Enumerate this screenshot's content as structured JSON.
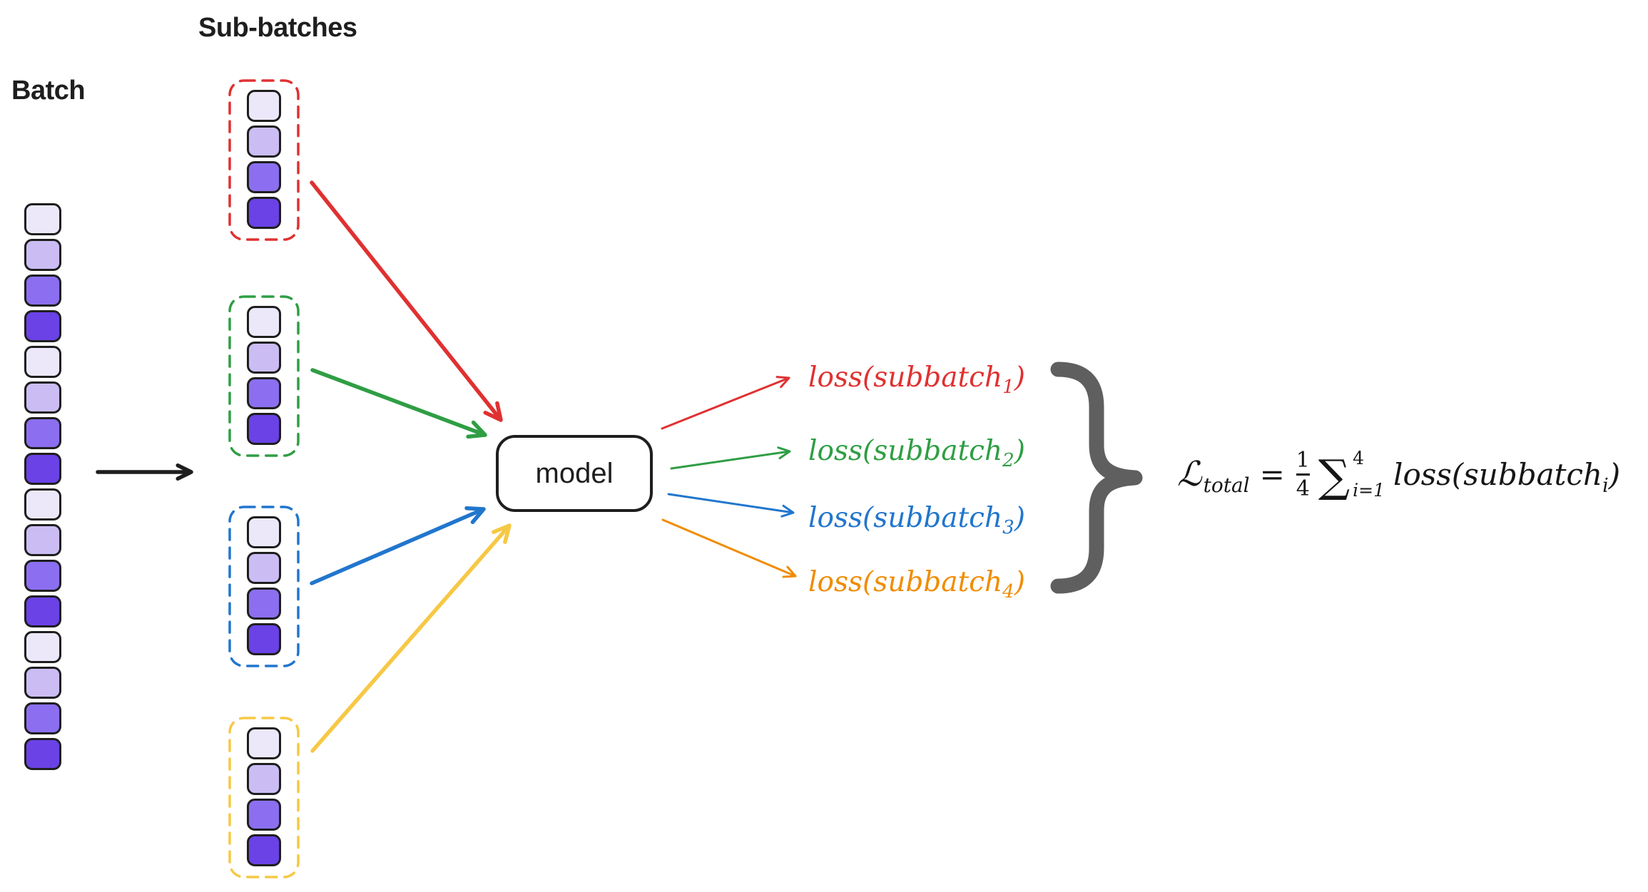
{
  "batch": {
    "label": "Batch",
    "square_count": 16
  },
  "subbatches": {
    "label": "Sub-batches",
    "groups": [
      {
        "name": "subbatch-1",
        "color_key": "red",
        "square_count": 4
      },
      {
        "name": "subbatch-2",
        "color_key": "green",
        "square_count": 4
      },
      {
        "name": "subbatch-3",
        "color_key": "blue",
        "square_count": 4
      },
      {
        "name": "subbatch-4",
        "color_key": "yellow",
        "square_count": 4
      }
    ]
  },
  "model": {
    "label": "model"
  },
  "losses": [
    {
      "prefix": "loss(subbatch",
      "index": "1",
      "suffix": ")",
      "color_key": "red"
    },
    {
      "prefix": "loss(subbatch",
      "index": "2",
      "suffix": ")",
      "color_key": "green"
    },
    {
      "prefix": "loss(subbatch",
      "index": "3",
      "suffix": ")",
      "color_key": "blue"
    },
    {
      "prefix": "loss(subbatch",
      "index": "4",
      "suffix": ")",
      "color_key": "orange"
    }
  ],
  "brace": {
    "glyph": "}"
  },
  "formula": {
    "lhs_symbol": "ℒ",
    "lhs_subscript": "total",
    "equals": "=",
    "frac_numerator": "1",
    "frac_denominator": "4",
    "sum_symbol": "∑",
    "sum_upper": "4",
    "sum_lower": "i=1",
    "body_prefix": "loss(subbatch",
    "body_subscript": "i",
    "body_suffix": ")"
  },
  "palette": {
    "ink": "#1e1e1e",
    "formula_ink": "#161616",
    "brace": "#5f5f5f",
    "shades": [
      "#ece8fa",
      "#cbbdf4",
      "#8b6ff0",
      "#6a42e6"
    ],
    "red": "#e03131",
    "green": "#2f9e44",
    "blue": "#2176cd",
    "yellow": "#f6c845",
    "orange": "#f08c00"
  }
}
